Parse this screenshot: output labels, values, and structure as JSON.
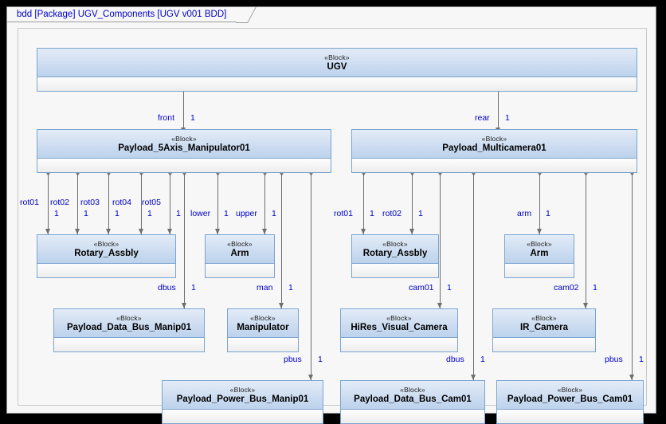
{
  "diagram": {
    "header": "bdd [Package] UGV_Components [UGV v001 BDD]",
    "stereotype": "«Block»"
  },
  "blocks": [
    {
      "id": "ugv",
      "name": "UGV"
    },
    {
      "id": "manip",
      "name": "Payload_5Axis_Manipulator01"
    },
    {
      "id": "multicam",
      "name": "Payload_Multicamera01"
    },
    {
      "id": "rotary_left",
      "name": "Rotary_Assbly"
    },
    {
      "id": "arm_left",
      "name": "Arm"
    },
    {
      "id": "rotary_right",
      "name": "Rotary_Assbly"
    },
    {
      "id": "arm_right",
      "name": "Arm"
    },
    {
      "id": "dbus_manip",
      "name": "Payload_Data_Bus_Manip01"
    },
    {
      "id": "manipulator",
      "name": "Manipulator"
    },
    {
      "id": "hires_cam",
      "name": "HiRes_Visual_Camera"
    },
    {
      "id": "ir_cam",
      "name": "IR_Camera"
    },
    {
      "id": "pbus_manip",
      "name": "Payload_Power_Bus_Manip01"
    },
    {
      "id": "dbus_cam",
      "name": "Payload_Data_Bus_Cam01"
    },
    {
      "id": "pbus_cam",
      "name": "Payload_Power_Bus_Cam01"
    }
  ],
  "associations": [
    {
      "id": "a1",
      "role": "front",
      "multiplicity": "1"
    },
    {
      "id": "a2",
      "role": "rear",
      "multiplicity": "1"
    },
    {
      "id": "a3",
      "role": "rot01",
      "multiplicity": "1"
    },
    {
      "id": "a4",
      "role": "rot02",
      "multiplicity": "1"
    },
    {
      "id": "a5",
      "role": "rot03",
      "multiplicity": "1"
    },
    {
      "id": "a6",
      "role": "rot04",
      "multiplicity": "1"
    },
    {
      "id": "a7",
      "role": "rot05",
      "multiplicity": "1"
    },
    {
      "id": "a8",
      "role": "lower",
      "multiplicity": "1"
    },
    {
      "id": "a9",
      "role": "upper",
      "multiplicity": "1"
    },
    {
      "id": "a10",
      "role": "dbus",
      "multiplicity": "1"
    },
    {
      "id": "a11",
      "role": "man",
      "multiplicity": "1"
    },
    {
      "id": "a12",
      "role": "pbus",
      "multiplicity": "1"
    },
    {
      "id": "a13",
      "role": "rot01",
      "multiplicity": "1"
    },
    {
      "id": "a14",
      "role": "rot02",
      "multiplicity": "1"
    },
    {
      "id": "a15",
      "role": "arm",
      "multiplicity": "1"
    },
    {
      "id": "a16",
      "role": "cam01",
      "multiplicity": "1"
    },
    {
      "id": "a17",
      "role": "cam02",
      "multiplicity": "1"
    },
    {
      "id": "a18",
      "role": "dbus",
      "multiplicity": "1"
    },
    {
      "id": "a19",
      "role": "pbus",
      "multiplicity": "1"
    }
  ],
  "colors": {
    "block_border": "#7ba4d0",
    "header_top": "#e3ecf8",
    "header_bottom": "#bcd2ec",
    "label_text": "#0000c8",
    "connector": "#6e6e6e",
    "diamond": "#7a7a7a",
    "canvas": "#f7f7f7"
  }
}
